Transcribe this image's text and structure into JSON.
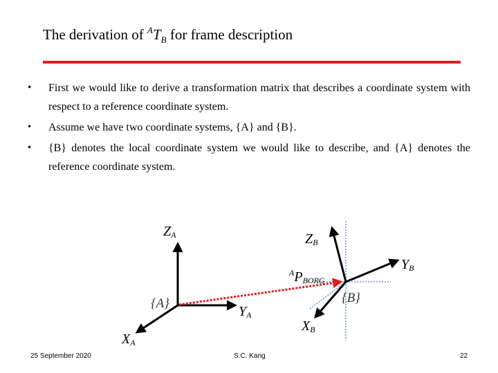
{
  "slide": {
    "title": {
      "prefix": "The derivation of",
      "sup": "A",
      "main": "T",
      "sub": "B",
      "suffix": "for frame description"
    },
    "bullets": [
      "First we would like to derive a transformation matrix that describes a coordinate system with respect to a reference coordinate system.",
      "Assume we have two coordinate systems, {A} and {B}.",
      "{B} denotes the local coordinate system we would like to describe, and {A} denotes the reference coordinate system."
    ],
    "bullet_glyph": "•"
  },
  "figure": {
    "frame_a": {
      "z_label": "Z",
      "z_sub": "A",
      "y_label": "Y",
      "y_sub": "A",
      "x_label": "X",
      "x_sub": "A",
      "origin_label": "{A}"
    },
    "frame_b": {
      "z_label": "Z",
      "z_sub": "B",
      "y_label": "Y",
      "y_sub": "B",
      "x_label": "X",
      "x_sub": "B",
      "origin_label": "{B}"
    },
    "vector": {
      "sup": "A",
      "label": "P",
      "sub": "BORG"
    },
    "colors": {
      "axes": "#000000",
      "vector": "#e11c1c",
      "dotted_guides": "#4f7fcf"
    }
  },
  "footer": {
    "date": "25 September 2020",
    "author": "S.C. Kang",
    "page": "22"
  }
}
